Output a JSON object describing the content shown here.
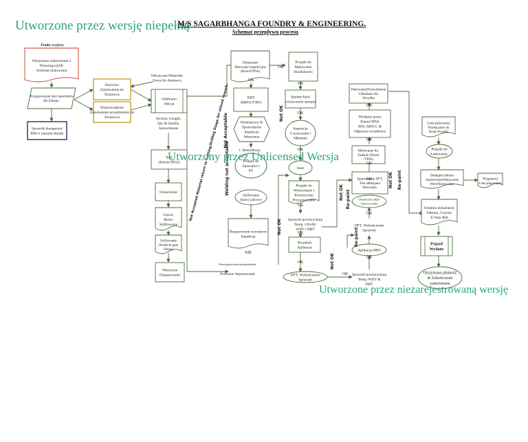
{
  "header": {
    "title": "M/S SAGARBHANGA FOUNDRY & ENGINEERING.",
    "subtitle": "Schemat przepływu procesu"
  },
  "watermarks": [
    "Utworzone przez wersję niepełną",
    "Utworzony przez Unlicensed Wersja",
    "Utworzone przez niezarejestrowaną wersję"
  ],
  "colors": {
    "accent": "#2aa57a",
    "stroke": "#4a6a3a",
    "start_box": "#c8302c",
    "supplier_box": "#c9a227",
    "check_box": "#2e2a6a"
  },
  "nodes": [
    {
      "id": "n_start_label",
      "lines": [
        "Punkt wyjścia"
      ]
    },
    {
      "id": "n_order",
      "lines": [
        "Otrzymano zamówienie z",
        "Drawings,QAP,",
        "Schemat malowania"
      ]
    },
    {
      "id": "n_prep",
      "lines": [
        "Przygotowanie listy materiałów",
        "dla Zakupu."
      ]
    },
    {
      "id": "n_rm_check",
      "lines": [
        "Sprawdź dostępność",
        "RM w naszym składu"
      ]
    },
    {
      "id": "n_raw",
      "lines": [
        "Surowiec",
        "Zamówienie do",
        "Dostawca"
      ]
    },
    {
      "id": "n_out",
      "lines": [
        "Wyprowadzony",
        "Zamówienie przedmiotów do",
        "Dostawca"
      ]
    },
    {
      "id": "n_reject",
      "lines": [
        "Odrzucone Materiały",
        "Zwrot do dostawcy"
      ]
    },
    {
      "id": "n_receive",
      "lines": [
        "Odebrano",
        "Sekcja"
      ]
    },
    {
      "id": "n_section",
      "lines": [
        "Section,  Length,",
        "Qty & Quality",
        "Sprawdzanie"
      ]
    },
    {
      "id": "n_rm_tpia",
      "lines": [
        "RM",
        "(Klient/TPIA)"
      ]
    },
    {
      "id": "n_mark",
      "lines": [
        "Oznaczenie"
      ]
    },
    {
      "id": "n_cut",
      "lines": [
        "Cięcie,",
        "Rytm/",
        "Szlifowanie"
      ]
    },
    {
      "id": "n_grind",
      "lines": [
        "Szlifowanie",
        "Obróbcie gum",
        "Obszar"
      ]
    },
    {
      "id": "n_drill",
      "lines": [
        "Wiercenie",
        "Dopasowanie"
      ]
    },
    {
      "id": "n_dim",
      "lines": [
        "Dimension",
        "Wezwanie inspekcyjne",
        "(Klient/TPIA)"
      ]
    },
    {
      "id": "n_ndt",
      "lines": [
        "NDT",
        "(MPI/UT/RT)"
      ]
    },
    {
      "id": "n_weld",
      "lines": [
        "Wymiarowy &",
        "Sprawdzenie",
        "Inspekcja",
        "Wezwania"
      ]
    },
    {
      "id": "n_ident",
      "lines": [
        "1. Identyfikacja"
      ]
    },
    {
      "id": "n_pass_weld",
      "lines": [
        "Przejdź do",
        "Spawania z",
        "PT"
      ]
    },
    {
      "id": "n_grind2",
      "lines": [
        "Szlifowanie",
        "Spawy palcowe"
      ]
    },
    {
      "id": "n_insp_fit",
      "lines": [
        "Dopasowanie wzrostowe",
        "Inspekcja"
      ]
    },
    {
      "id": "n_paint_go",
      "lines": [
        "Przejdź do",
        "Malowanie",
        "Działalności"
      ]
    },
    {
      "id": "n_blast",
      "lines": [
        "Sputter/Sack",
        "czyszczenie sprzętu"
      ]
    },
    {
      "id": "n_insp_clean",
      "lines": [
        "Inspekcja",
        "Czyszczenie i",
        "Mielenie"
      ]
    },
    {
      "id": "n_start_paint",
      "lines": [
        "Start"
      ]
    },
    {
      "id": "n_surface",
      "lines": [
        "Przejdź do",
        "Wybuchanie i",
        "Powierzchni",
        "Przygotowanie"
      ]
    },
    {
      "id": "n_surface_check",
      "lines": [
        "Sprawdź powierzchnię",
        "Temp. i Profil/",
        "WBT i DBT"
      ]
    },
    {
      "id": "n_primer",
      "lines": [
        "Przykład",
        "Aplikacja"
      ]
    },
    {
      "id": "n_dft1",
      "lines": [
        "DFT, Wykończenie",
        "Sprawdź"
      ]
    },
    {
      "id": "n_pack_prep",
      "lines": [
        "Pakowanie/Przewidzenie",
        "Układanie dla",
        "Wysyłka"
      ]
    },
    {
      "id": "n_dispatch",
      "lines": [
        "Wydanie przez",
        "Klient/TPIA",
        "IRN, MDCC &",
        "Odprawa wysyłkowa"
      ]
    },
    {
      "id": "n_paint_final",
      "lines": [
        "Malowanie fin.",
        "Zadanie (Klient",
        "/TPIA)"
      ]
    },
    {
      "id": "n_dft_test",
      "lines": [
        "Sprawdzenie DFT,",
        "Test adhezjanu",
        "Wezwanie."
      ]
    },
    {
      "id": "n_mio_ok",
      "lines": [
        "Ostateczny lakier",
        "Zastosowania"
      ]
    },
    {
      "id": "n_dft2",
      "lines": [
        "DFT, Wykończenie",
        "Sprawdź"
      ]
    },
    {
      "id": "n_mio",
      "lines": [
        "Aplikacja MIO"
      ]
    },
    {
      "id": "n_mio_check",
      "lines": [
        "Sprawdź powierzchnię",
        "Temp./WBT &",
        "DBT"
      ]
    },
    {
      "id": "n_pack_list",
      "lines": [
        "Lista pakowania",
        "Przekazanie do",
        "Dział Wysyłki"
      ]
    },
    {
      "id": "n_loading",
      "lines": [
        "Przejdź do",
        "Ładowanie."
      ]
    },
    {
      "id": "n_invoice",
      "lines": [
        "Dostępna faktura",
        "Zamówienie/Pakowanie",
        "Weryfikacja listy."
      ]
    },
    {
      "id": "n_out_pack",
      "lines": [
        "Wygenerój",
        "Lista pakowania"
      ]
    },
    {
      "id": "n_docs",
      "lines": [
        "Ostatnia dokumenty",
        "Faktura, Czynny",
        "E-Way Bill"
      ]
    },
    {
      "id": "n_issued",
      "lines": [
        "Pojazd",
        "Wydane"
      ]
    },
    {
      "id": "n_payment",
      "lines": [
        "Otrzymano płatność",
        "& Zakończenie",
        "zamówienia"
      ]
    }
  ],
  "edges": [
    {
      "id": "e_ok1",
      "label": "OK"
    },
    {
      "id": "e_ok2",
      "label": "OK"
    },
    {
      "id": "e_ok3",
      "label": "OK"
    },
    {
      "id": "e_ok4",
      "label": "OK"
    },
    {
      "id": "e_ok5",
      "label": "OK"
    },
    {
      "id": "e_ok6",
      "label": "OK"
    },
    {
      "id": "e_ok7",
      "label": "OK"
    },
    {
      "id": "e_ok8",
      "label": "OK"
    },
    {
      "id": "e_ok9",
      "label": "OK"
    },
    {
      "id": "e_ok10",
      "label": "OK"
    },
    {
      "id": "e_ok11",
      "label": "OK"
    },
    {
      "id": "e_ok12",
      "label": "OK"
    },
    {
      "id": "e_ok13",
      "label": "OK"
    },
    {
      "id": "e_ok14",
      "label": "OK"
    },
    {
      "id": "e_ok15",
      "label": "OK"
    },
    {
      "id": "e_nie",
      "label": "NIE"
    },
    {
      "id": "e_refit",
      "label": "Nowa/ponowna/nie przeróbek"
    },
    {
      "id": "e_refit2",
      "label": "Ponowne dopasowanie."
    },
    {
      "id": "e_notok1",
      "label": "Not OK"
    },
    {
      "id": "e_notok2",
      "label": "Not OK"
    },
    {
      "id": "e_notok3",
      "label": "Not OK"
    },
    {
      "id": "e_notok4",
      "label": "Not OK"
    },
    {
      "id": "e_notok5",
      "label": "Not OK"
    },
    {
      "id": "e_repaint1",
      "label": "Re-paint"
    },
    {
      "id": "e_repaint2",
      "label": "Re-paint"
    },
    {
      "id": "e_repaint3",
      "label": "Re-paint"
    },
    {
      "id": "e_notacc1",
      "label": "Not Acceptable"
    },
    {
      "id": "e_notacc2",
      "label": "Welding not acceptable"
    },
    {
      "id": "e_notacc3",
      "label": "Not Accepted Material return to Cutting/Drilling Stage for attend rework."
    }
  ]
}
